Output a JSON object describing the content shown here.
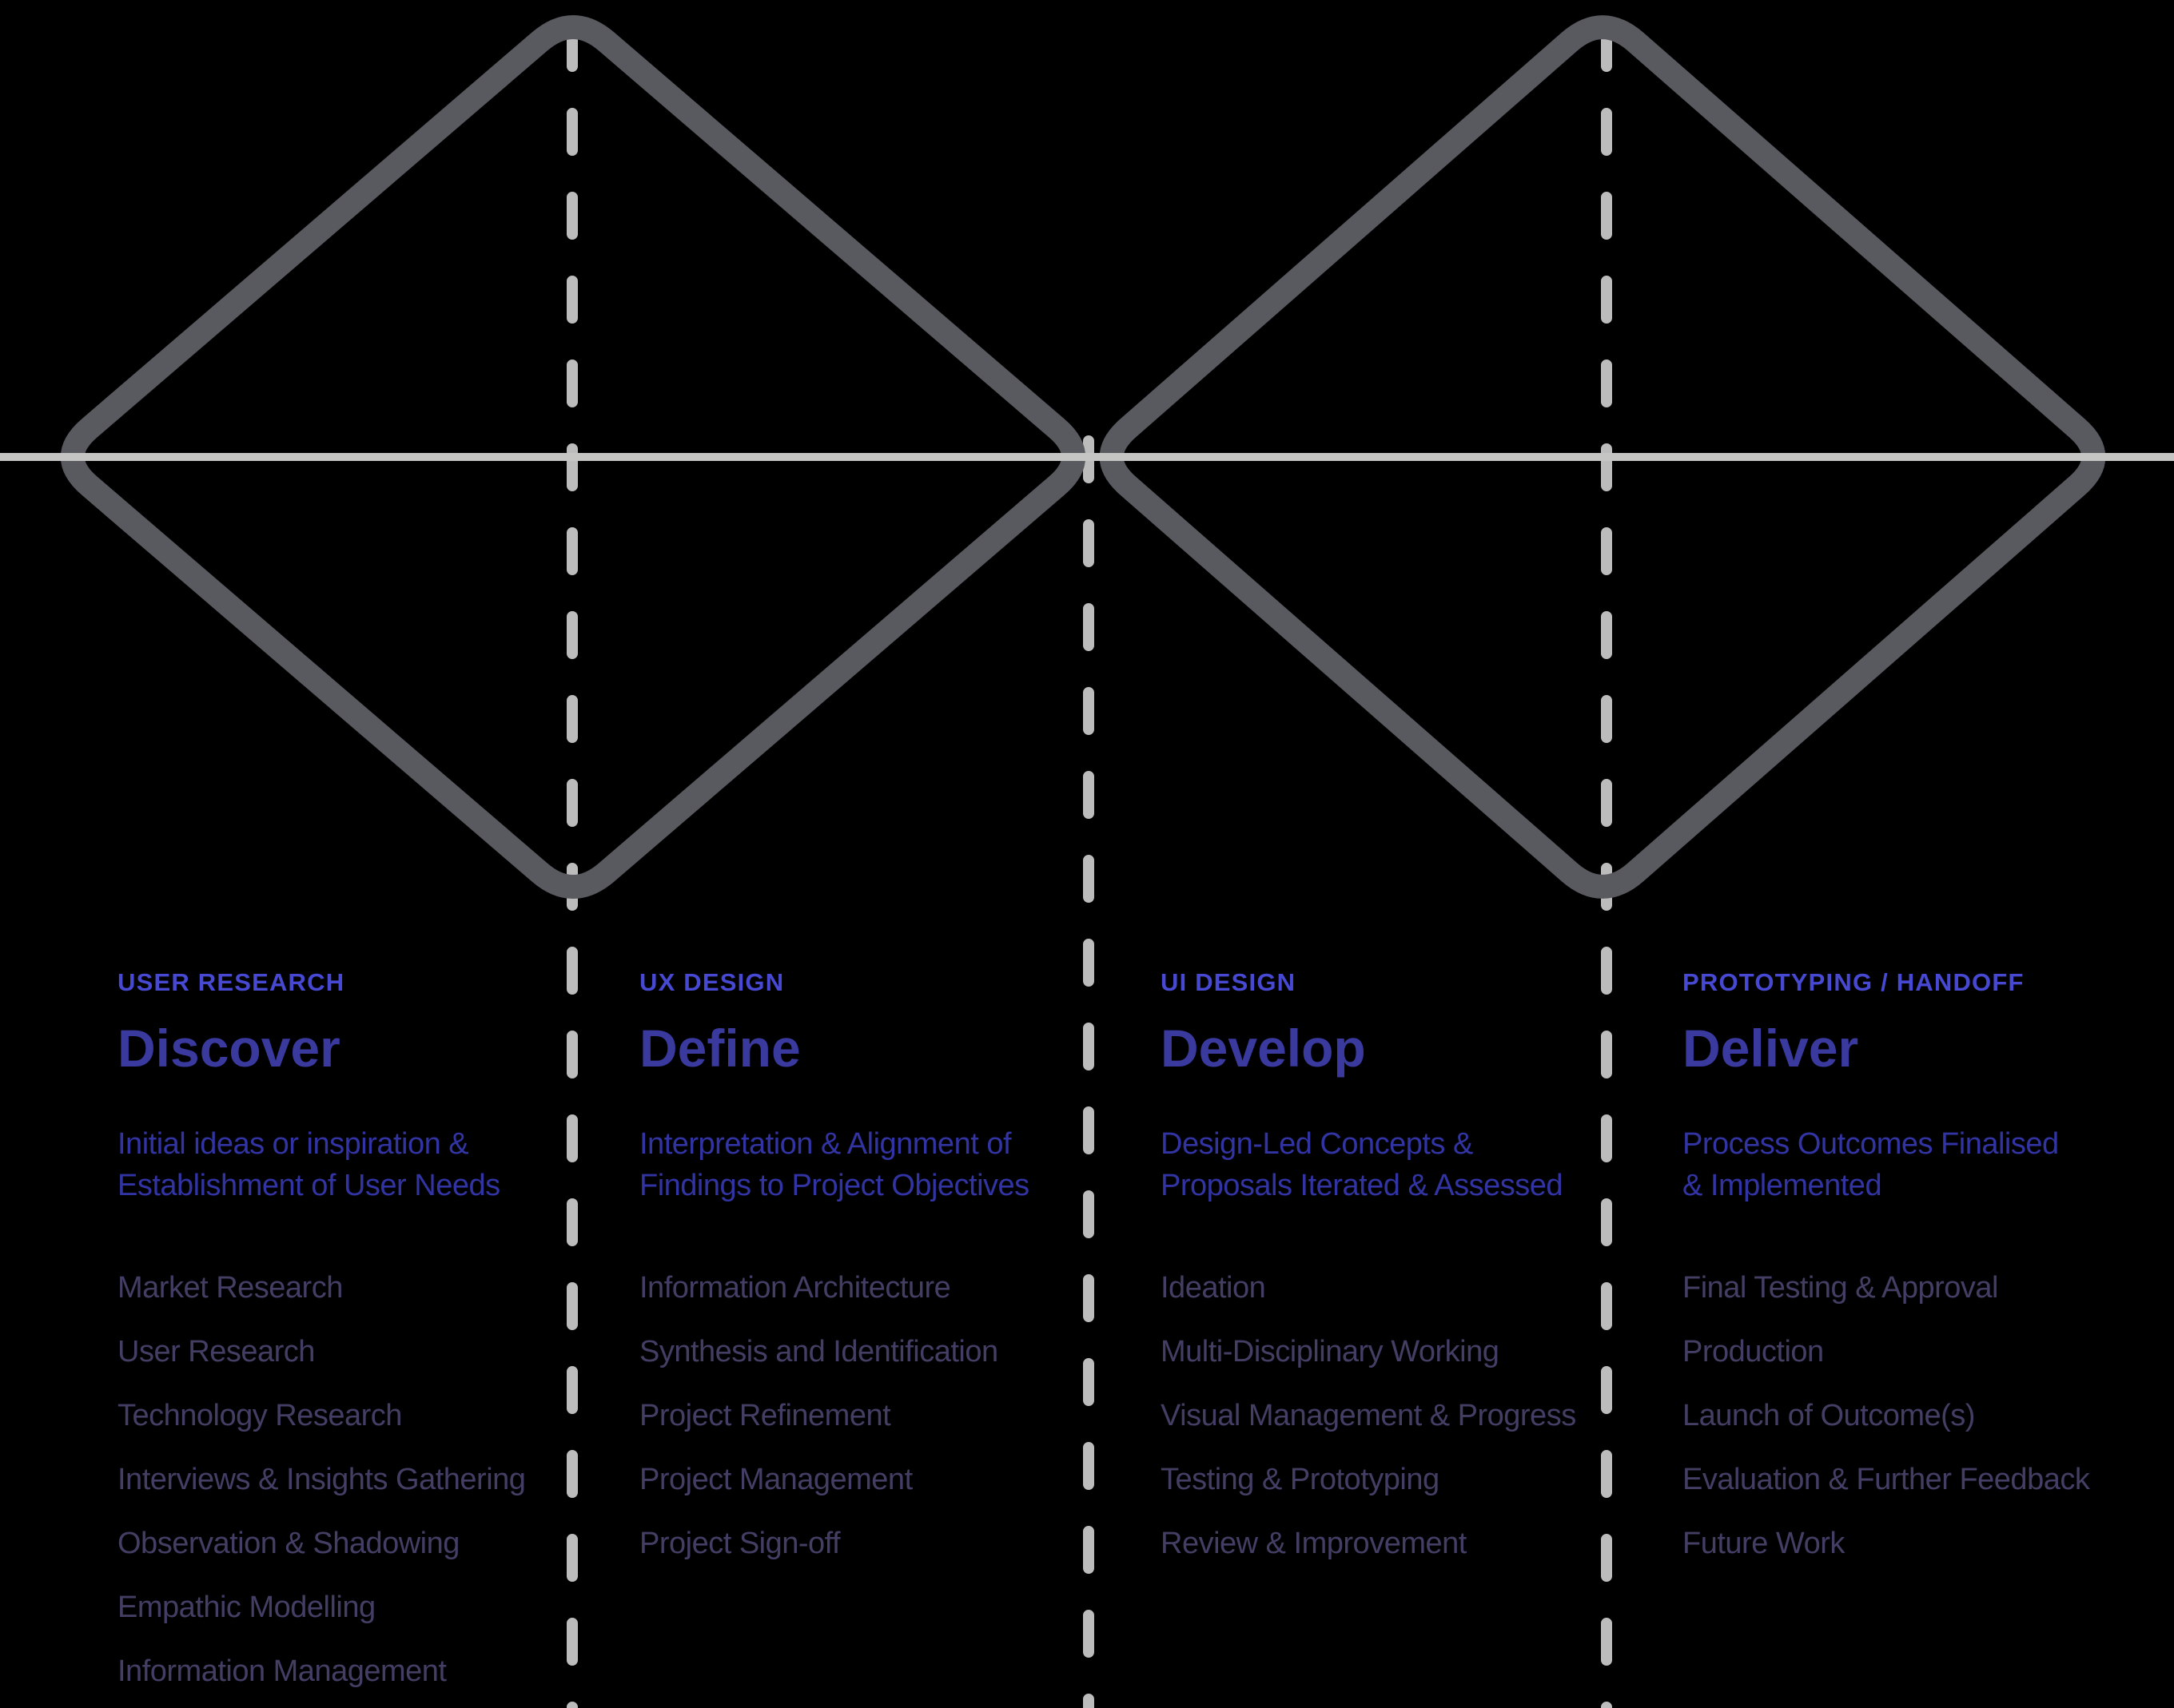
{
  "canvas": {
    "background_color": "#000000"
  },
  "theme": {
    "diamond_stroke_color": "#595a5f",
    "axis_line_color": "#c5c5c4",
    "dashed_line_color": "#bcbcbc",
    "eyebrow_color": "#4749d2",
    "title_color": "#39399e",
    "description_color": "#3134a2",
    "item_color": "#443e64"
  },
  "diagram": {
    "name": "double-diamond-design-process",
    "shapes": [
      "discover-define-diamond",
      "develop-deliver-diamond"
    ],
    "axis": "horizontal-center-line",
    "dividers": 3
  },
  "columns": [
    {
      "eyebrow": "USER RESEARCH",
      "title": "Discover",
      "description": "Initial ideas or inspiration &\nEstablishment of User Needs",
      "items": [
        "Market Research",
        "User Research",
        "Technology Research",
        "Interviews & Insights Gathering",
        "Observation & Shadowing",
        "Empathic Modelling",
        "Information Management"
      ]
    },
    {
      "eyebrow": "UX DESIGN",
      "title": "Define",
      "description": "Interpretation & Alignment of\nFindings to Project Objectives",
      "items": [
        "Information Architecture",
        "Synthesis and Identification",
        "Project Refinement",
        "Project Management",
        "Project Sign-off"
      ]
    },
    {
      "eyebrow": "UI DESIGN",
      "title": "Develop",
      "description": "Design-Led Concepts &\nProposals Iterated & Assessed",
      "items": [
        "Ideation",
        "Multi-Disciplinary Working",
        "Visual Management & Progress",
        "Testing & Prototyping",
        "Review & Improvement"
      ]
    },
    {
      "eyebrow": "PROTOTYPING / HANDOFF",
      "title": "Deliver",
      "description": "Process Outcomes Finalised\n& Implemented",
      "items": [
        "Final Testing & Approval",
        "Production",
        "Launch of Outcome(s)",
        "Evaluation & Further Feedback",
        "Future Work"
      ]
    }
  ]
}
